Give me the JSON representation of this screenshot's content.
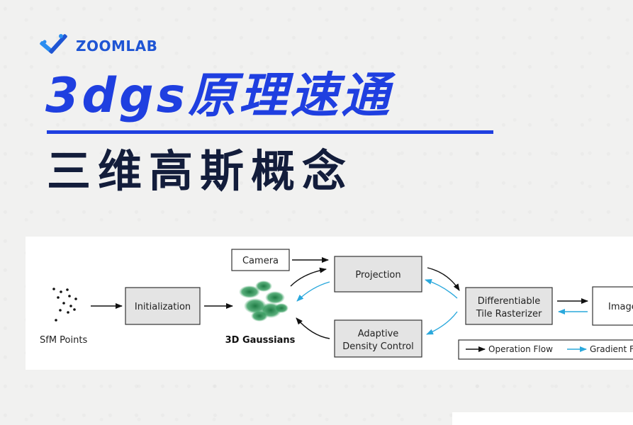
{
  "brand": {
    "name": "ZOOMLAB",
    "logo_icon": "zoomlab-check-logo-icon",
    "color": "#1f55d4"
  },
  "title": {
    "main": "3dgs原理速通",
    "sub": "三维高斯概念",
    "main_color": "#1f3fe0",
    "sub_color": "#131d3b"
  },
  "diagram": {
    "sfm_label": "SfM Points",
    "initialization": "Initialization",
    "gaussians_label": "3D Gaussians",
    "camera": "Camera",
    "projection": "Projection",
    "adaptive_line1": "Adaptive",
    "adaptive_line2": "Density Control",
    "rasterizer_line1": "Differentiable",
    "rasterizer_line2": "Tile Rasterizer",
    "image": "Image",
    "legend_operation": "Operation Flow",
    "legend_gradient": "Gradient Fl",
    "operation_color": "#111111",
    "gradient_color": "#2aa8dc"
  }
}
